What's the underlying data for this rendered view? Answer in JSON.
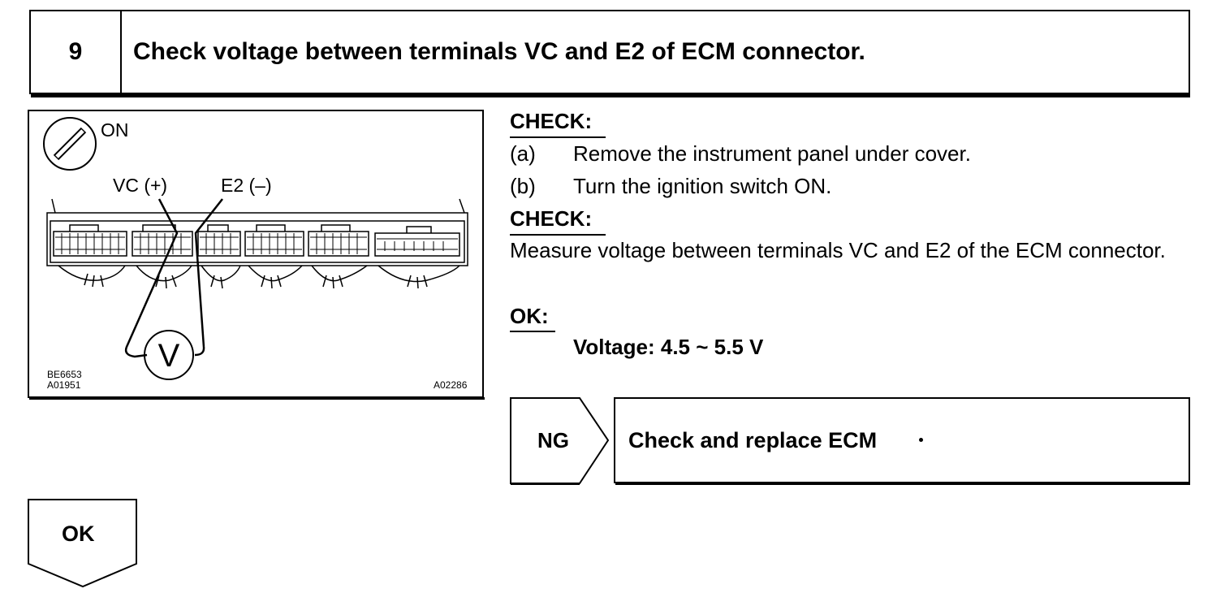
{
  "step": {
    "number": "9",
    "title": "Check voltage between terminals VC and E2 of ECM connector."
  },
  "illustration": {
    "ignition_label": "ON",
    "vc_label": "VC (+)",
    "e2_label": "E2 (–)",
    "meter_symbol": "V",
    "code_left_1": "BE6653",
    "code_left_2": "A01951",
    "code_right": "A02286"
  },
  "instructions": {
    "check_heading_1": "CHECK:",
    "steps": [
      {
        "label": "(a)",
        "text": "Remove the instrument panel under cover."
      },
      {
        "label": "(b)",
        "text": "Turn the ignition switch ON."
      }
    ],
    "check_heading_2": "CHECK:",
    "measure_text": "Measure voltage between terminals VC and E2 of the ECM connector.",
    "ok_heading": "OK:",
    "spec": "Voltage: 4.5 ~ 5.5 V"
  },
  "ng_result": {
    "label": "NG",
    "action": "Check and replace ECM"
  },
  "ok_result": {
    "label": "OK"
  }
}
